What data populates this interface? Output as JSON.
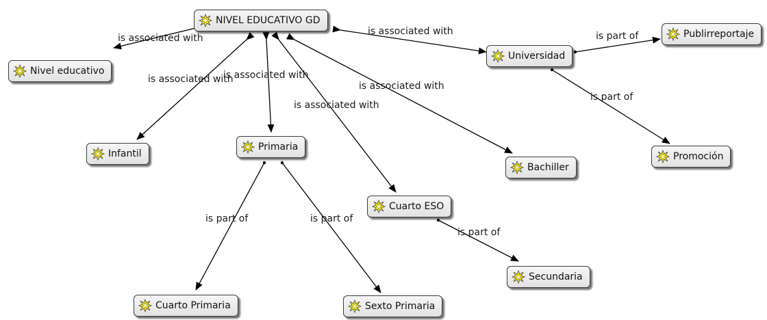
{
  "nodes": {
    "nivel_gd": "NIVEL EDUCATIVO GD",
    "nivel_educativo": "Nivel educativo",
    "infantil": "Infantil",
    "primaria": "Primaria",
    "cuarto_eso": "Cuarto ESO",
    "bachiller": "Bachiller",
    "universidad": "Universidad",
    "publirreportaje": "Publirreportaje",
    "promocion": "Promoción",
    "secundaria": "Secundaria",
    "cuarto_primaria": "Cuarto Primaria",
    "sexto_primaria": "Sexto Primaria"
  },
  "edges": {
    "nivel_educativo": "is associated with",
    "infantil": "is associated with",
    "primaria": "is associated with",
    "cuarto_eso": "is associated with",
    "bachiller": "is associated with",
    "universidad": "is associated with",
    "publirreportaje": "is part of",
    "promocion": "is part of",
    "cuarto_primaria": "is part of",
    "sexto_primaria": "is part of",
    "secundaria": "is part of"
  },
  "icon": "entity-star-icon",
  "colors": {
    "node_fill": "#ececec",
    "icon_fill": "#f5e600",
    "line": "#000000"
  }
}
